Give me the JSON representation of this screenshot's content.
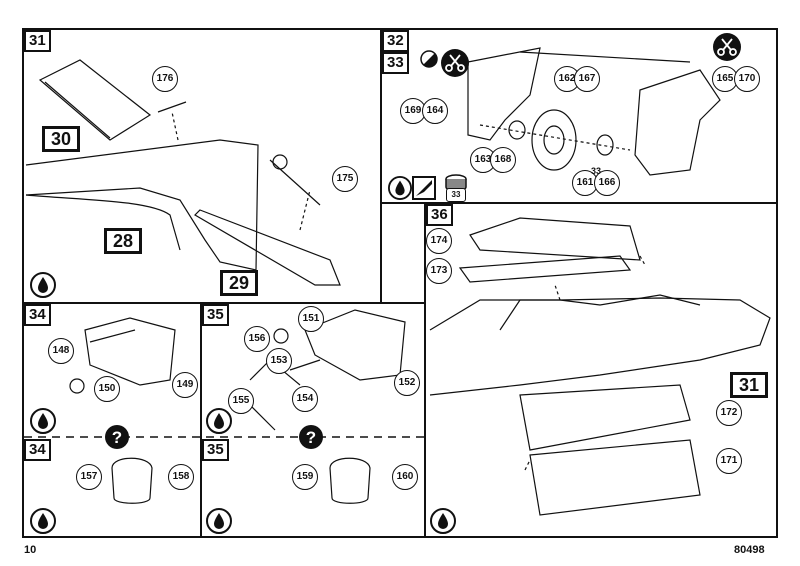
{
  "steps": {
    "s31a": "31",
    "s30": "30",
    "s28": "28",
    "s29": "29",
    "s32": "32",
    "s33": "33",
    "s36": "36",
    "s34a": "34",
    "s35a": "35",
    "s34b": "34",
    "s35b": "35",
    "s31b": "31"
  },
  "parts": {
    "p176": "176",
    "p175": "175",
    "p169": "169",
    "p164": "164",
    "p162": "162",
    "p167": "167",
    "p163": "163",
    "p168": "168",
    "p161": "161",
    "p166": "166",
    "p165": "165",
    "p170": "170",
    "p33small": "33",
    "p174": "174",
    "p173": "173",
    "p172": "172",
    "p171": "171",
    "p148": "148",
    "p150": "150",
    "p149": "149",
    "p151": "151",
    "p156": "156",
    "p153": "153",
    "p155": "155",
    "p154": "154",
    "p152": "152",
    "p157": "157",
    "p158": "158",
    "p159": "159",
    "p160": "160",
    "paint33": "33"
  },
  "footer": {
    "page_number": "10",
    "kit_number": "80498"
  },
  "icons": [
    "glue-drop-icon",
    "cut-scissors-icon",
    "question-icon",
    "paint-tin-icon"
  ]
}
